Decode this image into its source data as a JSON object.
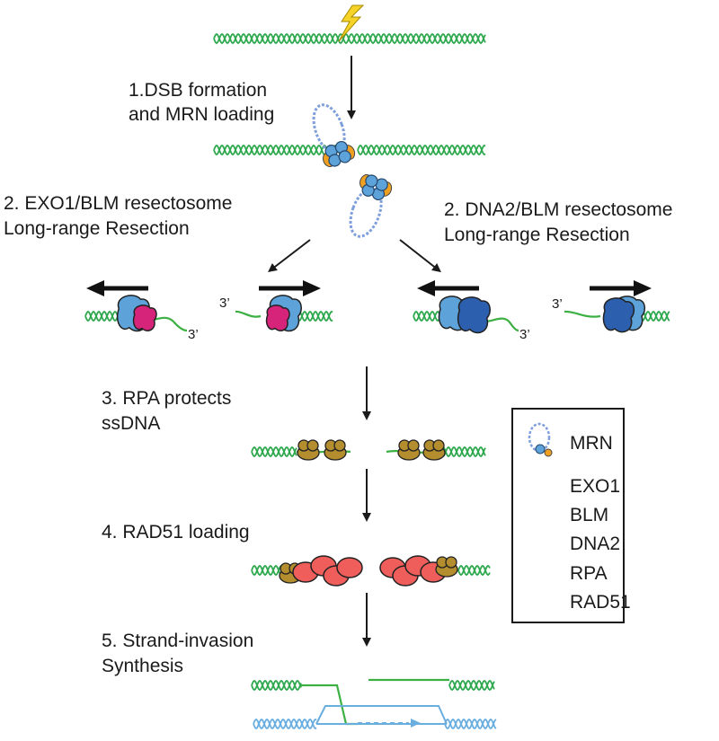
{
  "steps": {
    "step1_line1": "1.DSB formation",
    "step1_line2": "and MRN loading",
    "step2_left_line1": "2. EXO1/BLM resectosome",
    "step2_left_line2": "Long-range Resection",
    "step2_right_line1": "2. DNA2/BLM resectosome",
    "step2_right_line2": "Long-range Resection",
    "step3_line1": "3. RPA protects",
    "step3_line2": "ssDNA",
    "step4": "4. RAD51 loading",
    "step5_line1": "5. Strand-invasion",
    "step5_line2": "Synthesis"
  },
  "end_label": "3’",
  "legend": {
    "items": [
      {
        "label": "MRN",
        "icon": "mrn-complex-icon"
      },
      {
        "label": "EXO1",
        "icon": "exo1-protein-icon"
      },
      {
        "label": "BLM",
        "icon": "blm-protein-icon"
      },
      {
        "label": "DNA2",
        "icon": "dna2-protein-icon"
      },
      {
        "label": "RPA",
        "icon": "rpa-protein-icon"
      },
      {
        "label": "RAD51",
        "icon": "rad51-protein-icon"
      }
    ]
  },
  "colors": {
    "dna_green": "#2fa84f",
    "ssdna_green": "#3cb043",
    "exo1": "#d6247a",
    "blm": "#5da2d8",
    "dna2": "#2c5fae",
    "rpa": "#b38d2e",
    "rad51": "#ef5e5b",
    "mrn_ring": "#7f9fdc",
    "mrn_orange": "#f0a020",
    "template_blue": "#6aaee0",
    "lightning": "#f5d327"
  }
}
